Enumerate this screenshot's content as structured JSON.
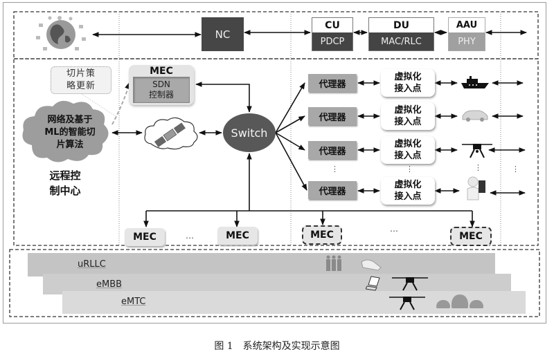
{
  "figure": {
    "caption": "图 1　系统架构及实现示意图"
  },
  "top_row": {
    "iot_globe_icon": "globe-iot-icon",
    "nc_label": "NC",
    "cu": {
      "title": "CU",
      "sub": "PDCP"
    },
    "du": {
      "title": "DU",
      "sub": "MAC/RLC"
    },
    "aau": {
      "title": "AAU",
      "sub": "PHY"
    }
  },
  "control_center": {
    "note_line1": "切片策",
    "note_line2": "略更新",
    "cloud_line1": "网络及基于",
    "cloud_line2": "ML的智能切",
    "cloud_line3": "片算法",
    "label_line1": "远程控",
    "label_line2": "制中心"
  },
  "core": {
    "mec_title": "MEC",
    "sdn_line1": "SDN",
    "sdn_line2": "控制器",
    "switch_label": "Switch",
    "satellite_cloud_icon": "satellite-cloud-icon"
  },
  "access_rows": [
    {
      "proxy": "代理器",
      "vap_line1": "虚拟化",
      "vap_line2": "接入点",
      "device": "ship-icon"
    },
    {
      "proxy": "代理器",
      "vap_line1": "虚拟化",
      "vap_line2": "接入点",
      "device": "car-icon"
    },
    {
      "proxy": "代理器",
      "vap_line1": "虚拟化",
      "vap_line2": "接入点",
      "device": "drone-icon"
    },
    {
      "proxy": "代理器",
      "vap_line1": "虚拟化",
      "vap_line2": "接入点",
      "device": "person-phone-icon"
    }
  ],
  "ellipsis_vertical": "⋮",
  "edge_mecs": {
    "mec1": "MEC",
    "mec2": "MEC",
    "mec3": "MEC",
    "mec4": "MEC",
    "ellipsis": "…"
  },
  "slices": [
    {
      "name": "uRLLC",
      "icons": [
        "people-group-icon",
        "car-icon"
      ]
    },
    {
      "name": "eMBB",
      "icons": [
        "laptop-icon",
        "drone-icon"
      ]
    },
    {
      "name": "eMTC",
      "icons": [
        "drone-icon",
        "cars-icon"
      ]
    }
  ],
  "colors": {
    "dark_box": "#464646",
    "proxy_gray": "#a8a8a8",
    "aau_phy": "#a0a0a0",
    "slice1": "#c4c4c4",
    "slice2": "#cdcdcd",
    "slice3": "#dadada"
  }
}
